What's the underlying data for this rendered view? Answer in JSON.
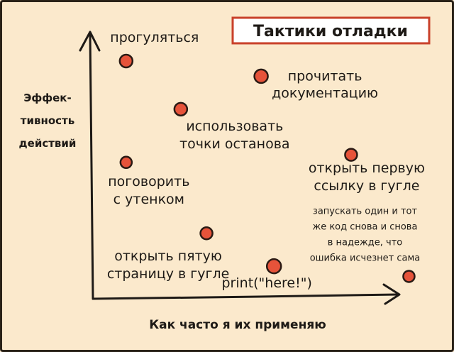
{
  "chart_data": {
    "type": "scatter",
    "title": "Тактики отладки",
    "xlabel": "Как часто я их применяю",
    "ylabel_lines": [
      "Эффек-",
      "тивность",
      "действий"
    ],
    "xlim": [
      0,
      100
    ],
    "ylim": [
      0,
      100
    ],
    "colors": {
      "point_fill": "#e6533a",
      "point_stroke": "#2a1a14",
      "title_border": "#c9412a",
      "background": "#fbe9cc"
    },
    "points": [
      {
        "label_lines": [
          "прогуляться"
        ],
        "x": 11,
        "y": 93,
        "size": "large"
      },
      {
        "label_lines": [
          "прочитать",
          "документацию"
        ],
        "x": 53,
        "y": 87,
        "size": "large"
      },
      {
        "label_lines": [
          "использовать",
          "точки останова"
        ],
        "x": 28,
        "y": 74,
        "size": "large"
      },
      {
        "label_lines": [
          "поговорить",
          "с утенком"
        ],
        "x": 11,
        "y": 53,
        "size": "large"
      },
      {
        "label_lines": [
          "открыть первую",
          "ссылку в гугле"
        ],
        "x": 81,
        "y": 56,
        "size": "large"
      },
      {
        "label_lines": [
          "открыть пятую",
          "страницу в гугле"
        ],
        "x": 36,
        "y": 25,
        "size": "large"
      },
      {
        "label_lines": [
          "print(\"here!\")"
        ],
        "x": 57,
        "y": 12,
        "size": "large"
      },
      {
        "label_lines": [
          "запускать один и тот",
          "же код снова и снова",
          "в надежде, что",
          "ошибка исчезнет сама"
        ],
        "x": 99,
        "y": 8,
        "size": "small"
      }
    ]
  }
}
